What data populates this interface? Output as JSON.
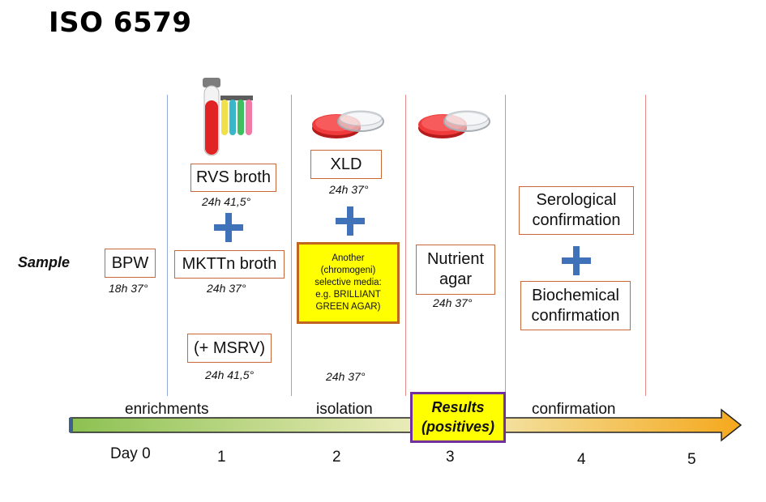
{
  "title": "ISO 6579",
  "sample_label": "Sample",
  "boxes": {
    "bpw": "BPW",
    "rvs": "RVS broth",
    "mkttn": "MKTTn broth",
    "msrv": "(+ MSRV)",
    "xld": "XLD",
    "another": [
      "Another",
      "(chromogeni)",
      "selective media:",
      "e.g. BRILLIANT",
      "GREEN AGAR)"
    ],
    "nutrient": [
      "Nutrient",
      "agar"
    ],
    "serological": [
      "Serological",
      "confirmation"
    ],
    "biochemical": [
      "Biochemical",
      "confirmation"
    ]
  },
  "conditions": {
    "bpw": "18h 37°",
    "rvs": "24h 41,5°",
    "mkttn": "24h 37°",
    "msrv": "24h 41,5°",
    "xld": "24h 37°",
    "another": "24h 37°",
    "nutrient": "24h 37°"
  },
  "phases": {
    "enrichments": "enrichments",
    "isolation": "isolation",
    "results": [
      "Results",
      "(positives)"
    ],
    "confirmation": "confirmation"
  },
  "days": [
    "Day 0",
    "1",
    "2",
    "3",
    "4",
    "5"
  ],
  "colors": {
    "box_border": "#c8683a",
    "plus": "#3f72b8",
    "highlight": "#ffff00",
    "results_border": "#7030a0",
    "timeline_start": "#8cc152",
    "timeline_end": "#f5a81c"
  },
  "icons": [
    "test-tubes-icon",
    "petri-dish-icon",
    "petri-dish-icon"
  ]
}
